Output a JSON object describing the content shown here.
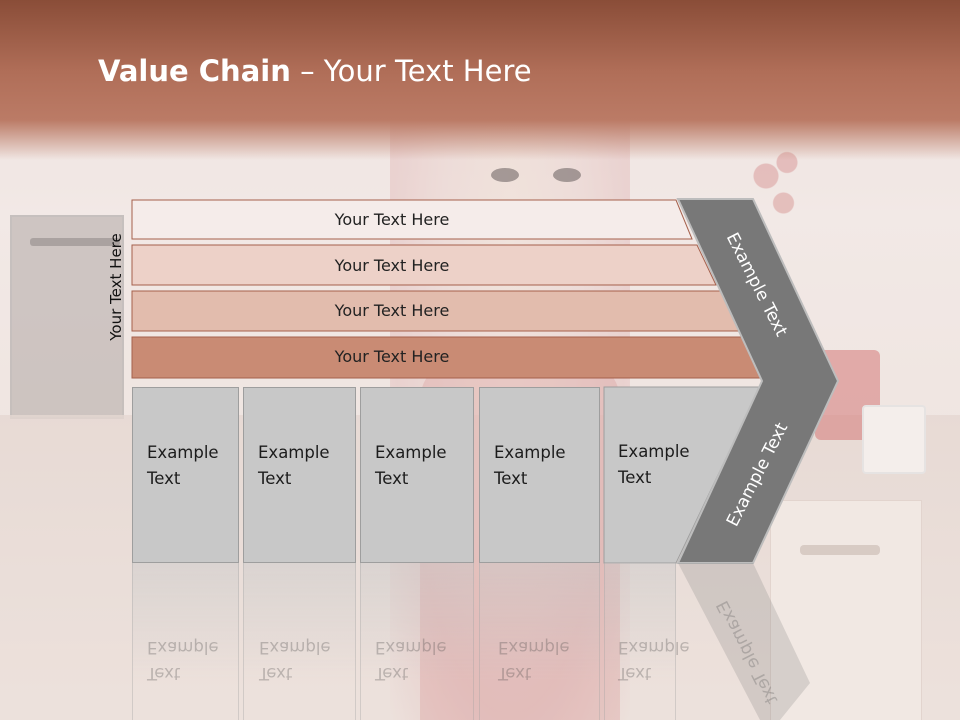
{
  "title": {
    "bold": "Value Chain",
    "rest": " – Your Text Here"
  },
  "side_label": "Your Text Here",
  "rows": [
    {
      "label": "Your Text Here",
      "color": "#f5ecea"
    },
    {
      "label": "Your Text Here",
      "color": "#edd1c8"
    },
    {
      "label": "Your Text Here",
      "color": "#e2bcad"
    },
    {
      "label": "Your Text Here",
      "color": "#c98b74"
    }
  ],
  "boxes": [
    {
      "line1": "Example",
      "line2": "Text"
    },
    {
      "line1": "Example",
      "line2": "Text"
    },
    {
      "line1": "Example",
      "line2": "Text"
    },
    {
      "line1": "Example",
      "line2": "Text"
    },
    {
      "line1": "Example",
      "line2": "Text"
    }
  ],
  "arrow": {
    "upper_label": "Example Text",
    "lower_label": "Example Text",
    "color": "#787878",
    "border": "#bdbdbd"
  },
  "colors": {
    "header_band": "#b06e58",
    "box_fill": "#c8c8c8"
  }
}
